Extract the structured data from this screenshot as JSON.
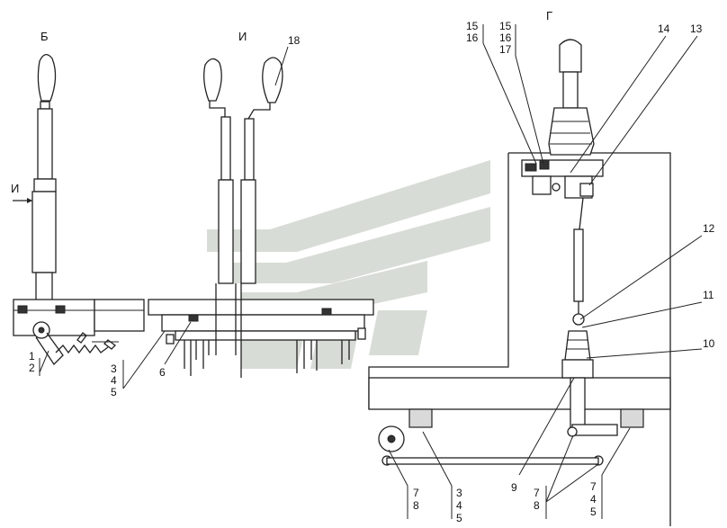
{
  "views": {
    "b": "Б",
    "i": "И",
    "g": "Г",
    "arrow_i": "И"
  },
  "callouts": {
    "c1": "1",
    "c2": "2",
    "c345a": [
      "3",
      "4",
      "5"
    ],
    "c6": "6",
    "c18": "18",
    "c78a": [
      "7",
      "8"
    ],
    "c345b": [
      "3",
      "4",
      "5"
    ],
    "c9": "9",
    "c78b": [
      "7",
      "8"
    ],
    "c745": [
      "7",
      "4",
      "5"
    ],
    "c10": "10",
    "c11": "11",
    "c12": "12",
    "c13": "13",
    "c14": "14",
    "c1516": [
      "15",
      "16"
    ],
    "c151617": [
      "15",
      "16",
      "17"
    ]
  },
  "colors": {
    "watermark": "#b9c0b6",
    "line": "#222222"
  }
}
